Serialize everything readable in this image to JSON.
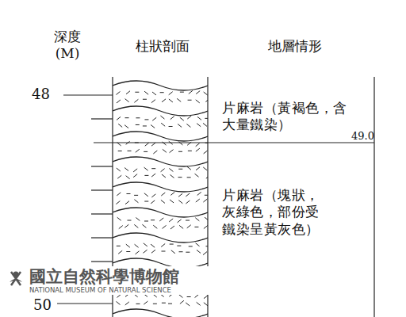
{
  "diagram": {
    "nodes": [
      {
        "text": [
          "片麻岩（黃褐色，含大量鐵染）"
        ]
      },
      {
        "text": [
          "片麻岩（塊狀，灰綠色，部份受鐵染呈黃灰色）"
        ]
      }
    ],
    "labels": [
      "深度 (M)",
      "柱狀剖面",
      "地層情形",
      "48",
      "49.0",
      "50",
      "國立自然科學博物館",
      "NATIONAL MUSEUM OF NATURAL SCIENCE"
    ]
  }
}
